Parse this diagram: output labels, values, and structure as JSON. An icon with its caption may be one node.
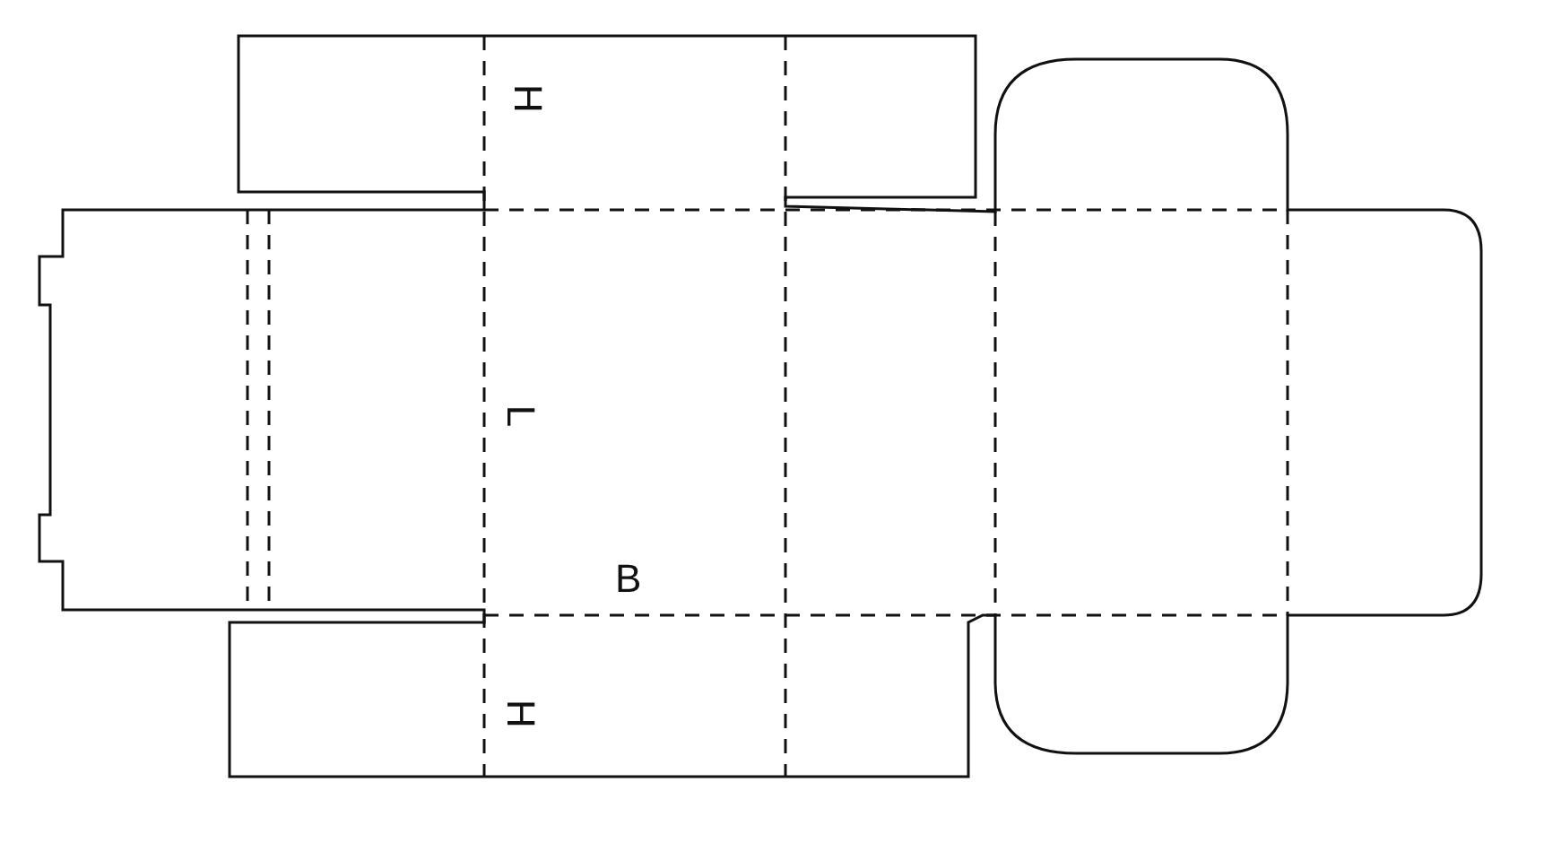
{
  "diagram": {
    "labels": [
      "H",
      "L",
      "B",
      "H"
    ]
  }
}
